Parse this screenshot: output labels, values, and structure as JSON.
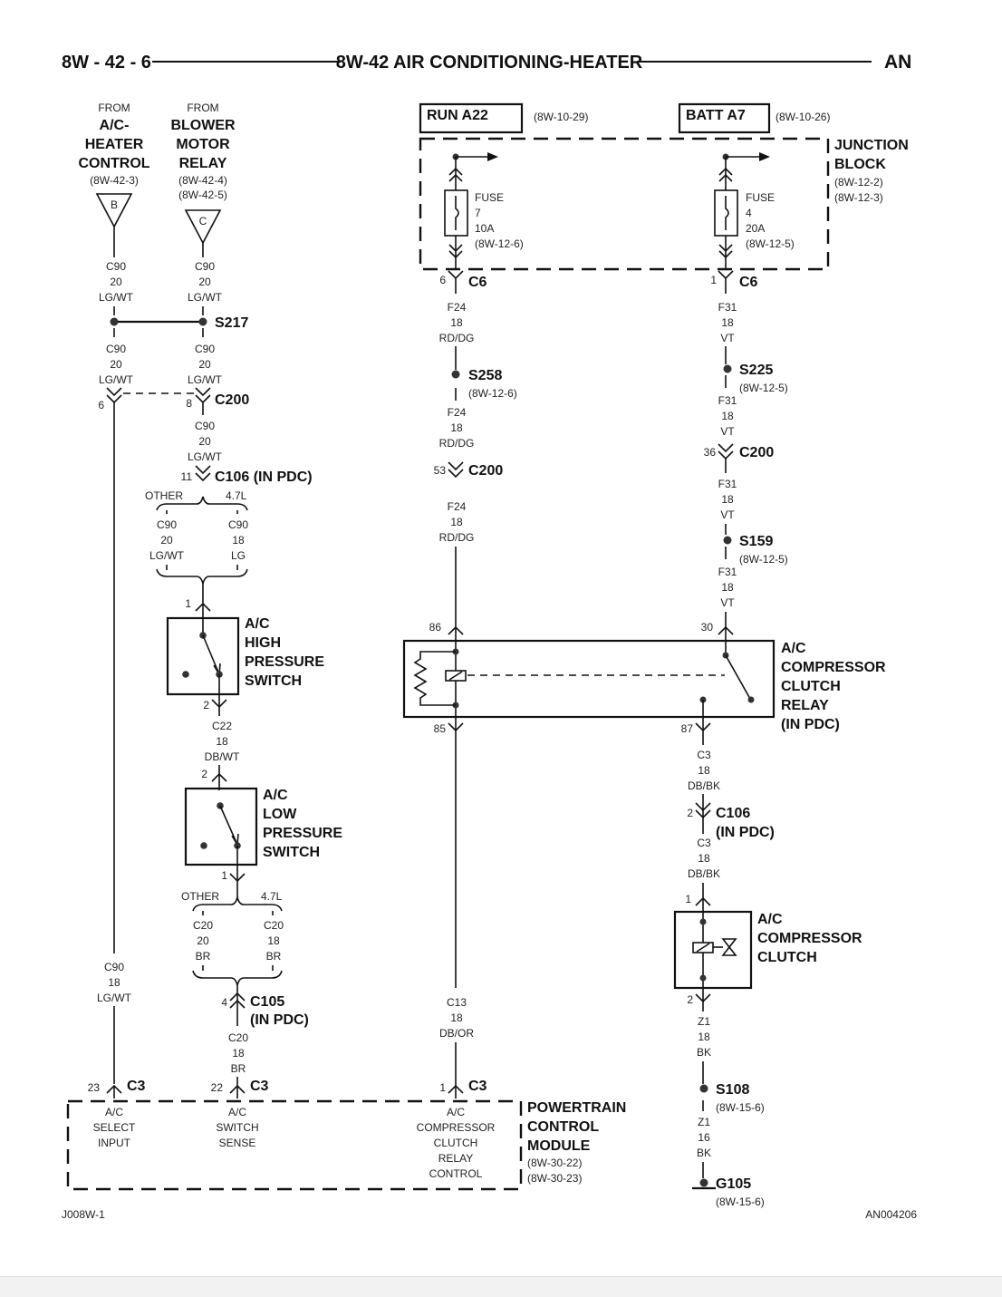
{
  "header": {
    "page_number": "8W - 42 - 6",
    "title": "8W-42 AIR CONDITIONING-HEATER",
    "model": "AN"
  },
  "footer": {
    "left_code": "J008W-1",
    "right_code": "AN004206"
  },
  "sources": {
    "from_label": "FROM",
    "ac_heater_control": {
      "line1": "A/C-",
      "line2": "HEATER",
      "line3": "CONTROL",
      "ref": "(8W-42-3)",
      "tag": "B"
    },
    "blower_motor_relay": {
      "line1": "BLOWER",
      "line2": "MOTOR",
      "line3": "RELAY",
      "ref1": "(8W-42-4)",
      "ref2": "(8W-42-5)",
      "tag": "C"
    },
    "run_a22": {
      "label": "RUN A22",
      "ref": "(8W-10-29)"
    },
    "batt_a7": {
      "label": "BATT A7",
      "ref": "(8W-10-26)"
    }
  },
  "junction_block": {
    "line1": "JUNCTION",
    "line2": "BLOCK",
    "ref1": "(8W-12-2)",
    "ref2": "(8W-12-3)",
    "fuse7": {
      "l1": "FUSE",
      "l2": "7",
      "l3": "10A",
      "l4": "(8W-12-6)"
    },
    "fuse4": {
      "l1": "FUSE",
      "l2": "4",
      "l3": "20A",
      "l4": "(8W-12-5)"
    }
  },
  "connectors": {
    "c6": "C6",
    "c200": "C200",
    "c106_pdc": "C106 (IN PDC)",
    "c106": "C106",
    "in_pdc": "(IN PDC)",
    "c105": "C105",
    "c3": "C3",
    "s217": "S217",
    "s258": "S258",
    "s225": "S225",
    "s159": "S159",
    "s108": "S108",
    "g105": "G105",
    "ref_8w_12_6": "(8W-12-6)",
    "ref_8w_12_5": "(8W-12-5)",
    "ref_8w_15_6": "(8W-15-6)"
  },
  "pins": {
    "p6a": "6",
    "p1a": "1",
    "p6b": "6",
    "p8": "8",
    "p11": "11",
    "p53": "53",
    "p36": "36",
    "p1_hps": "1",
    "p2_hps": "2",
    "p2_lps": "2",
    "p1_lps": "1",
    "p4": "4",
    "p86": "86",
    "p85": "85",
    "p30": "30",
    "p87": "87",
    "p2_c106": "2",
    "p1_clutch": "1",
    "p2_clutch": "2",
    "p23": "23",
    "p22": "22",
    "p1_pcm": "1"
  },
  "wires": {
    "c90": "C90",
    "g20": "20",
    "g18": "18",
    "lgwt": "LG/WT",
    "lg": "LG",
    "f24": "F24",
    "rddg": "RD/DG",
    "f31": "F31",
    "vt": "VT",
    "c22": "C22",
    "dbwt": "DB/WT",
    "c20": "C20",
    "br": "BR",
    "c13": "C13",
    "dbor": "DB/OR",
    "c3w": "C3",
    "dbbk": "DB/BK",
    "z1": "Z1",
    "g16": "16",
    "bk": "BK"
  },
  "branches": {
    "other": "OTHER",
    "l47": "4.7L"
  },
  "components": {
    "hps": {
      "l1": "A/C",
      "l2": "HIGH",
      "l3": "PRESSURE",
      "l4": "SWITCH"
    },
    "lps": {
      "l1": "A/C",
      "l2": "LOW",
      "l3": "PRESSURE",
      "l4": "SWITCH"
    },
    "relay": {
      "l1": "A/C",
      "l2": "COMPRESSOR",
      "l3": "CLUTCH",
      "l4": "RELAY",
      "l5": "(IN PDC)"
    },
    "clutch": {
      "l1": "A/C",
      "l2": "COMPRESSOR",
      "l3": "CLUTCH"
    }
  },
  "pcm": {
    "l1": "POWERTRAIN",
    "l2": "CONTROL",
    "l3": "MODULE",
    "ref1": "(8W-30-22)",
    "ref2": "(8W-30-23)",
    "select": {
      "l1": "A/C",
      "l2": "SELECT",
      "l3": "INPUT"
    },
    "sense": {
      "l1": "A/C",
      "l2": "SWITCH",
      "l3": "SENSE"
    },
    "relay_ctrl": {
      "l1": "A/C",
      "l2": "COMPRESSOR",
      "l3": "CLUTCH",
      "l4": "RELAY",
      "l5": "CONTROL"
    }
  }
}
